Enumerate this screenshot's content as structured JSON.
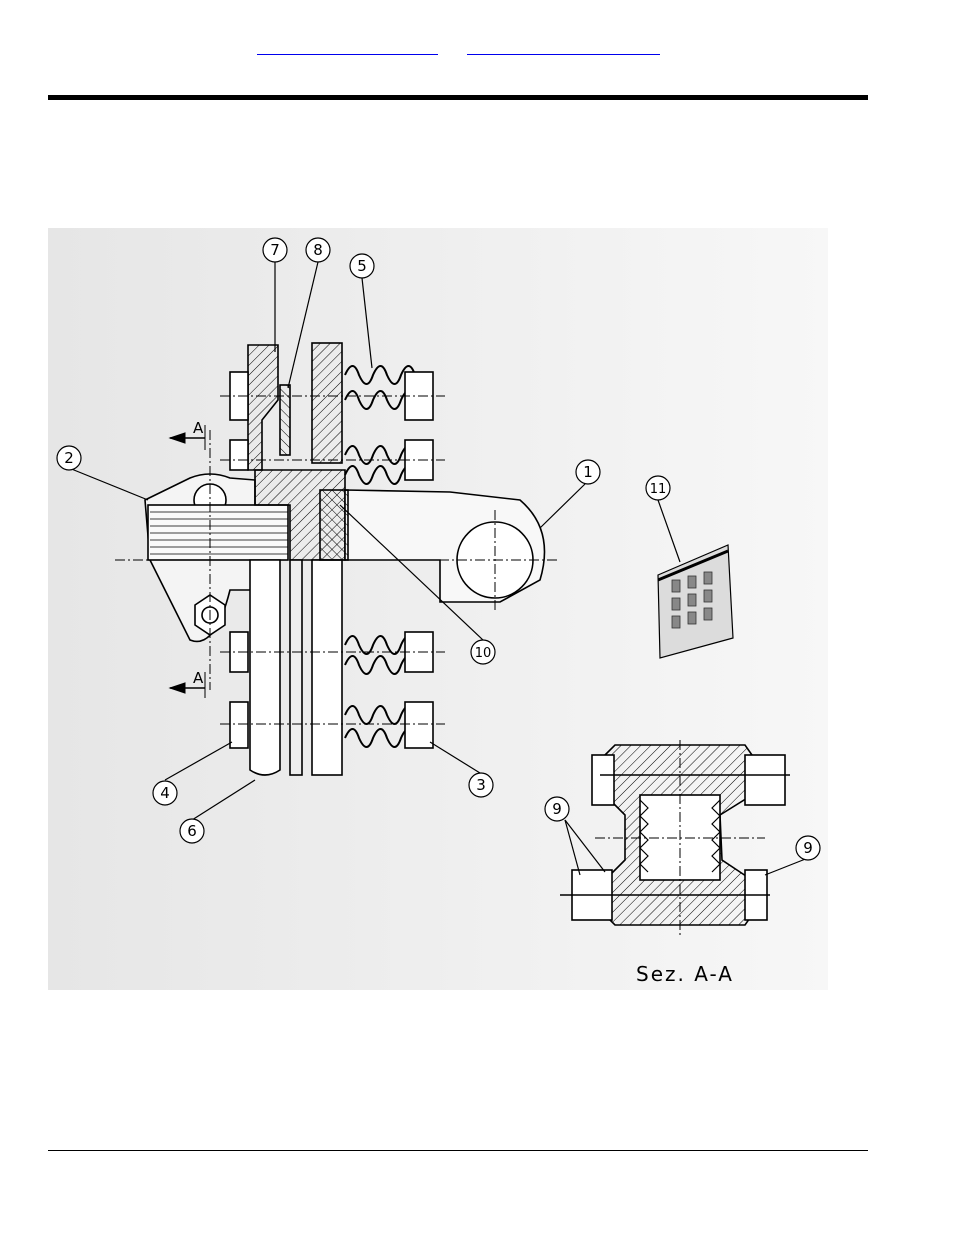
{
  "nav": {
    "link_a": "",
    "link_b": ""
  },
  "diagram": {
    "callouts": [
      "1",
      "2",
      "3",
      "4",
      "5",
      "6",
      "7",
      "8",
      "9",
      "9",
      "10",
      "11"
    ],
    "section_marker": "A",
    "section_caption": "Sez. A-A"
  }
}
